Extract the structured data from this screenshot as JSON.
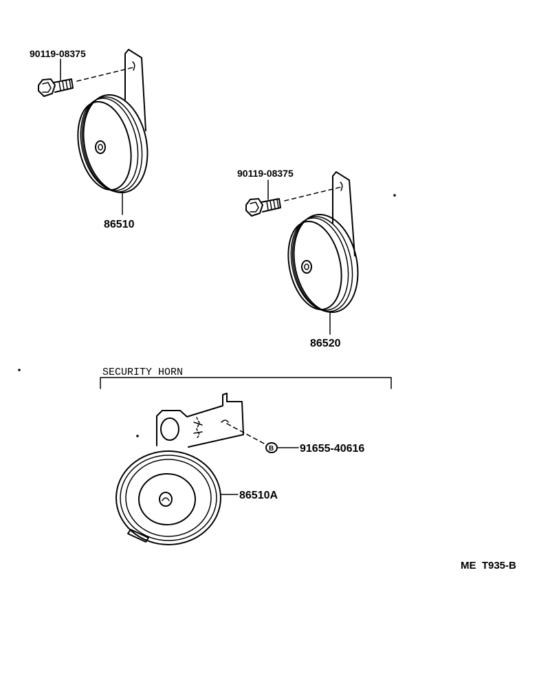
{
  "diagram": {
    "horn_upper_left": {
      "bolt_part_no": "90119-08375",
      "horn_part_no": "86510"
    },
    "horn_middle_right": {
      "bolt_part_no": "90119-08375",
      "horn_part_no": "86520"
    },
    "security_horn": {
      "title": "SECURITY HORN",
      "nut_symbol": "B",
      "nut_part_no": "91655-40616",
      "horn_part_no": "86510A"
    },
    "figure_code": "ME  T935-B"
  }
}
